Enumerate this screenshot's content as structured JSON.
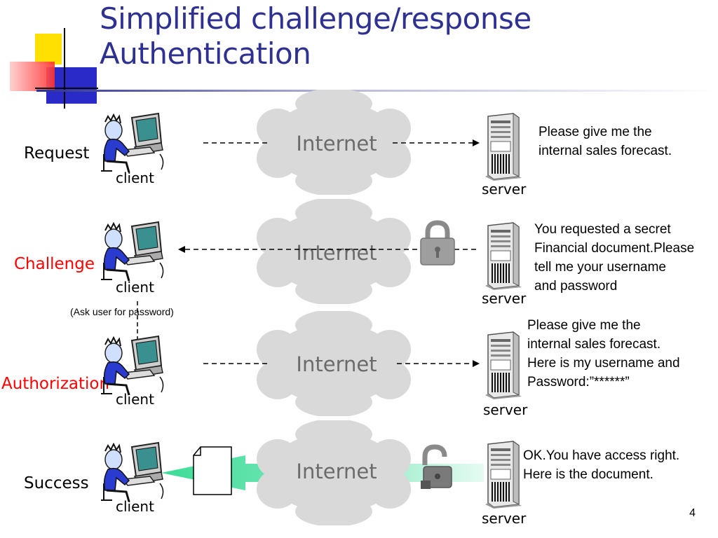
{
  "title": {
    "line1": "Simplified challenge/response",
    "line2": "Authentication"
  },
  "cloud_label": "Internet",
  "client_label": "client",
  "server_label": "server",
  "rows": [
    {
      "step": "Request",
      "message": [
        "Please give me the",
        "internal sales forecast."
      ]
    },
    {
      "step": "Challenge",
      "message": [
        "You requested a secret",
        "Financial document.Please",
        "tell me your username",
        "and password"
      ]
    },
    {
      "step": "Authorization",
      "message": [
        "Please give me the",
        "internal sales forecast.",
        "Here is my username and",
        "Password:”******”"
      ]
    },
    {
      "step": "Success",
      "message": [
        "OK.You have access right.",
        "Here is the document."
      ]
    }
  ],
  "ask_note": "(Ask user for password)",
  "page_number": "4",
  "colors": {
    "title": "#2e3192",
    "step_highlight": "#ff0000",
    "cloud": "#d9d9d9",
    "success_arrow": "#3ddc97"
  },
  "icons": [
    "client-computer-icon",
    "server-tower-icon",
    "padlock-closed-icon",
    "padlock-open-icon",
    "document-icon",
    "logo-squares-icon"
  ]
}
